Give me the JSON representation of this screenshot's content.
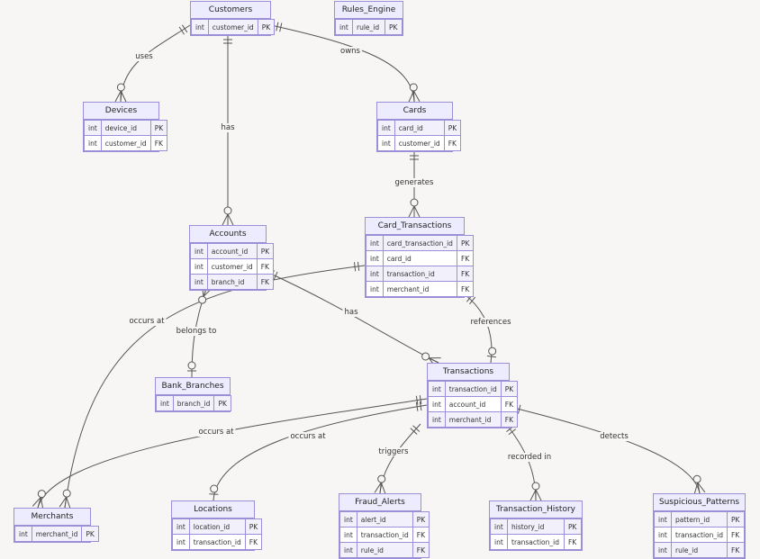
{
  "entities": [
    {
      "id": "customers",
      "name": "Customers",
      "attrs": [
        [
          "int",
          "customer_id",
          "PK"
        ]
      ]
    },
    {
      "id": "rules_engine",
      "name": "Rules_Engine",
      "attrs": [
        [
          "int",
          "rule_id",
          "PK"
        ]
      ]
    },
    {
      "id": "devices",
      "name": "Devices",
      "attrs": [
        [
          "int",
          "device_id",
          "PK"
        ],
        [
          "int",
          "customer_id",
          "FK"
        ]
      ]
    },
    {
      "id": "cards",
      "name": "Cards",
      "attrs": [
        [
          "int",
          "card_id",
          "PK"
        ],
        [
          "int",
          "customer_id",
          "FK"
        ]
      ]
    },
    {
      "id": "accounts",
      "name": "Accounts",
      "attrs": [
        [
          "int",
          "account_id",
          "PK"
        ],
        [
          "int",
          "customer_id",
          "FK"
        ],
        [
          "int",
          "branch_id",
          "FK"
        ]
      ]
    },
    {
      "id": "card_transactions",
      "name": "Card_Transactions",
      "attrs": [
        [
          "int",
          "card_transaction_id",
          "PK"
        ],
        [
          "int",
          "card_id",
          "FK"
        ],
        [
          "int",
          "transaction_id",
          "FK"
        ],
        [
          "int",
          "merchant_id",
          "FK"
        ]
      ]
    },
    {
      "id": "bank_branches",
      "name": "Bank_Branches",
      "attrs": [
        [
          "int",
          "branch_id",
          "PK"
        ]
      ]
    },
    {
      "id": "transactions",
      "name": "Transactions",
      "attrs": [
        [
          "int",
          "transaction_id",
          "PK"
        ],
        [
          "int",
          "account_id",
          "FK"
        ],
        [
          "int",
          "merchant_id",
          "FK"
        ]
      ]
    },
    {
      "id": "merchants",
      "name": "Merchants",
      "attrs": [
        [
          "int",
          "merchant_id",
          "PK"
        ]
      ]
    },
    {
      "id": "locations",
      "name": "Locations",
      "attrs": [
        [
          "int",
          "location_id",
          "PK"
        ],
        [
          "int",
          "transaction_id",
          "FK"
        ]
      ]
    },
    {
      "id": "fraud_alerts",
      "name": "Fraud_Alerts",
      "attrs": [
        [
          "int",
          "alert_id",
          "PK"
        ],
        [
          "int",
          "transaction_id",
          "FK"
        ],
        [
          "int",
          "rule_id",
          "FK"
        ]
      ]
    },
    {
      "id": "transaction_history",
      "name": "Transaction_History",
      "attrs": [
        [
          "int",
          "history_id",
          "PK"
        ],
        [
          "int",
          "transaction_id",
          "FK"
        ]
      ]
    },
    {
      "id": "suspicious_patterns",
      "name": "Suspicious_Patterns",
      "attrs": [
        [
          "int",
          "pattern_id",
          "PK"
        ],
        [
          "int",
          "transaction_id",
          "FK"
        ],
        [
          "int",
          "rule_id",
          "FK"
        ]
      ]
    }
  ],
  "relationships": [
    {
      "id": "uses",
      "label": "uses"
    },
    {
      "id": "owns",
      "label": "owns"
    },
    {
      "id": "has_accounts",
      "label": "has"
    },
    {
      "id": "generates",
      "label": "generates"
    },
    {
      "id": "belongs_to",
      "label": "belongs to"
    },
    {
      "id": "has_transactions",
      "label": "has"
    },
    {
      "id": "references",
      "label": "references"
    },
    {
      "id": "ct_occurs_at",
      "label": "occurs at"
    },
    {
      "id": "tx_occurs_at_merchant",
      "label": "occurs at"
    },
    {
      "id": "tx_occurs_at_location",
      "label": "occurs at"
    },
    {
      "id": "triggers",
      "label": "triggers"
    },
    {
      "id": "recorded_in",
      "label": "recorded in"
    },
    {
      "id": "detects",
      "label": "detects"
    }
  ]
}
